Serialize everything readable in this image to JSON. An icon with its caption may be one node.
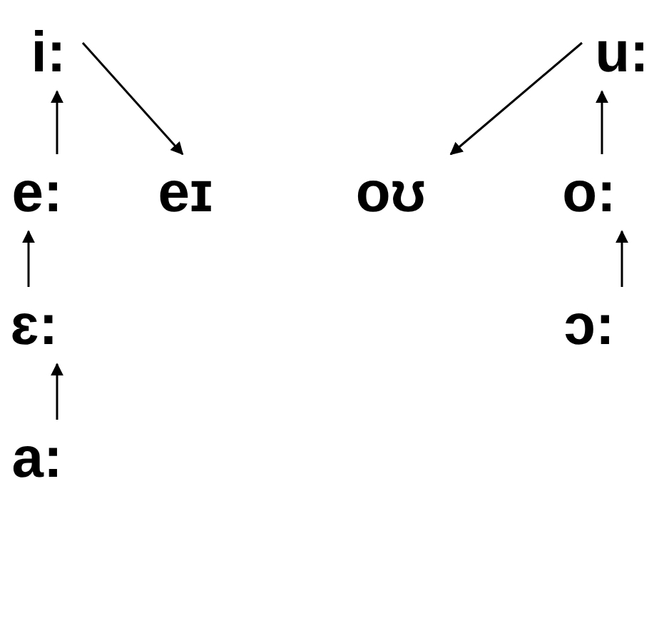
{
  "diagram": {
    "nodes": [
      {
        "text": [
          "i:"
        ]
      },
      {
        "text": [
          "u:"
        ]
      },
      {
        "text": [
          "e:"
        ]
      },
      {
        "text": [
          "eɪ"
        ]
      },
      {
        "text": [
          "oʊ"
        ]
      },
      {
        "text": [
          "o:"
        ]
      },
      {
        "text": [
          "ɛ:"
        ]
      },
      {
        "text": [
          "ɔ:"
        ]
      },
      {
        "text": [
          "a:"
        ]
      }
    ],
    "edges": [
      {
        "from": 2,
        "to": 0,
        "arrow": "to"
      },
      {
        "from": 0,
        "to": 3,
        "arrow": "to"
      },
      {
        "from": 1,
        "to": 4,
        "arrow": "to"
      },
      {
        "from": 5,
        "to": 1,
        "arrow": "to"
      },
      {
        "from": 6,
        "to": 2,
        "arrow": "to"
      },
      {
        "from": 7,
        "to": 5,
        "arrow": "to"
      },
      {
        "from": 8,
        "to": 6,
        "arrow": "to"
      }
    ]
  }
}
